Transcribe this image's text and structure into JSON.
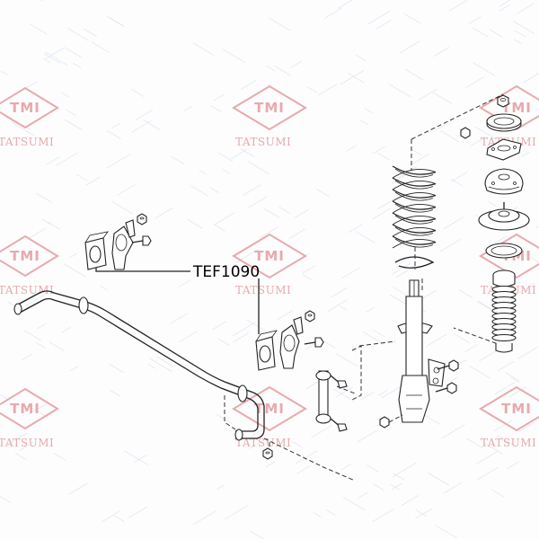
{
  "part_label": "TEF1090",
  "watermark": {
    "logo_text": "TMI",
    "brand_text": "TATSUMI",
    "color": "#e8a9ad"
  },
  "colors": {
    "line": "#222222",
    "background": "#fdfdfd",
    "texture": "#dde4f0"
  }
}
